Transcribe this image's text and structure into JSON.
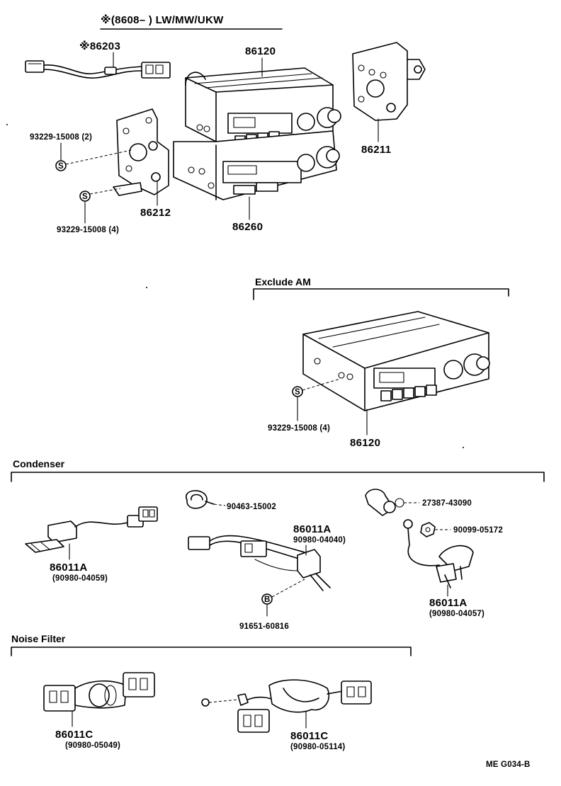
{
  "header": {
    "title": "※(8608–        ) LW/MW/UKW"
  },
  "sections": {
    "exclude_am": "Exclude  AM",
    "condenser": "Condenser",
    "noise_filter": "Noise Filter"
  },
  "parts": {
    "wire_harness_ref": "※86203",
    "radio_upper": "86120",
    "bracket_right": "86211",
    "bracket_left": "86212",
    "radio_lower": "86260",
    "screw_top_a": "93229-15008 (2)",
    "screw_top_b": "93229-15008 (4)",
    "screw_mid": "93229-15008 (4)",
    "radio_exclude_am": "86120",
    "condenser_a1": "86011A",
    "condenser_a1_sub": "(90980-04059)",
    "clamp": "90463-15002",
    "condenser_a2": "86011A",
    "condenser_a2_sub": "90980-04040)",
    "bolt": "91651-60816",
    "plug": "27387-43090",
    "nut": "90099-05172",
    "condenser_a3": "86011A",
    "condenser_a3_sub": "(90980-04057)",
    "filter_c1": "86011C",
    "filter_c1_sub": "(90980-05049)",
    "filter_c2": "86011C",
    "filter_c2_sub": "(90980-05114)"
  },
  "symbols": {
    "screw_s": "S",
    "bolt_b": "B"
  },
  "footer": {
    "code": "ME  G034-B"
  }
}
